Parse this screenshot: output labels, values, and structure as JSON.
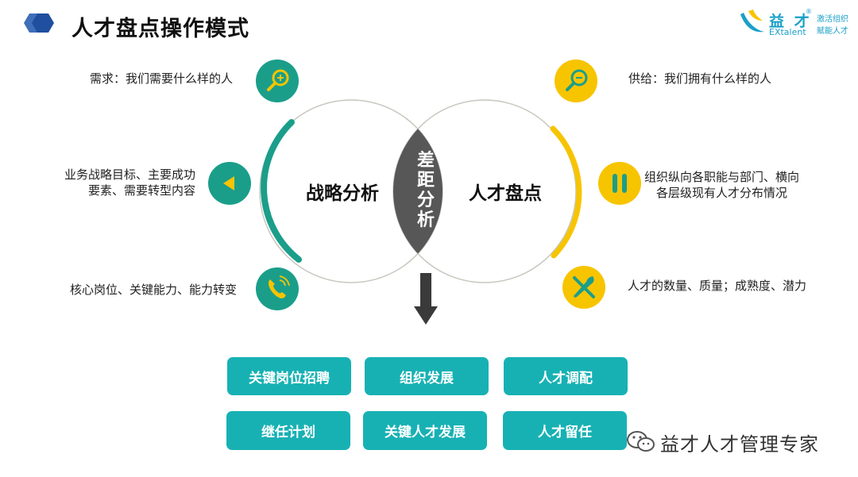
{
  "title": "人才盘点操作模式",
  "brand": {
    "name_cn": "益 才",
    "reg_mark": "®",
    "name_en": "EXtalent",
    "tagline_1": "激活组织",
    "tagline_2": "赋能人才"
  },
  "left_items": [
    {
      "text": "需求：我们需要什么样的人",
      "icon": "zoom-in-icon"
    },
    {
      "text": "业务战略目标、主要成功\n要素、需要转型内容",
      "icon": "arrow-left-icon"
    },
    {
      "text": "核心岗位、关键能力、能力转变",
      "icon": "phone-icon"
    }
  ],
  "right_items": [
    {
      "text": "供给：我们拥有什么样的人",
      "icon": "zoom-out-icon"
    },
    {
      "text": "组织纵向各职能与部门、横向\n各层级现有人才分布情况",
      "icon": "pause-icon"
    },
    {
      "text": "人才的数量、质量；成熟度、潜力",
      "icon": "tools-icon"
    }
  ],
  "circles": {
    "left_label": "战略分析",
    "right_label": "人才盘点",
    "gap_label": "差距分析"
  },
  "actions": [
    "关键岗位招聘",
    "组织发展",
    "人才调配",
    "继任计划",
    "关键人才发展",
    "人才留任"
  ],
  "watermark": "益才人才管理专家",
  "colors": {
    "teal": "#1a9e8a",
    "yellow": "#f7c400",
    "button": "#17b1b4",
    "gap": "#555555"
  }
}
